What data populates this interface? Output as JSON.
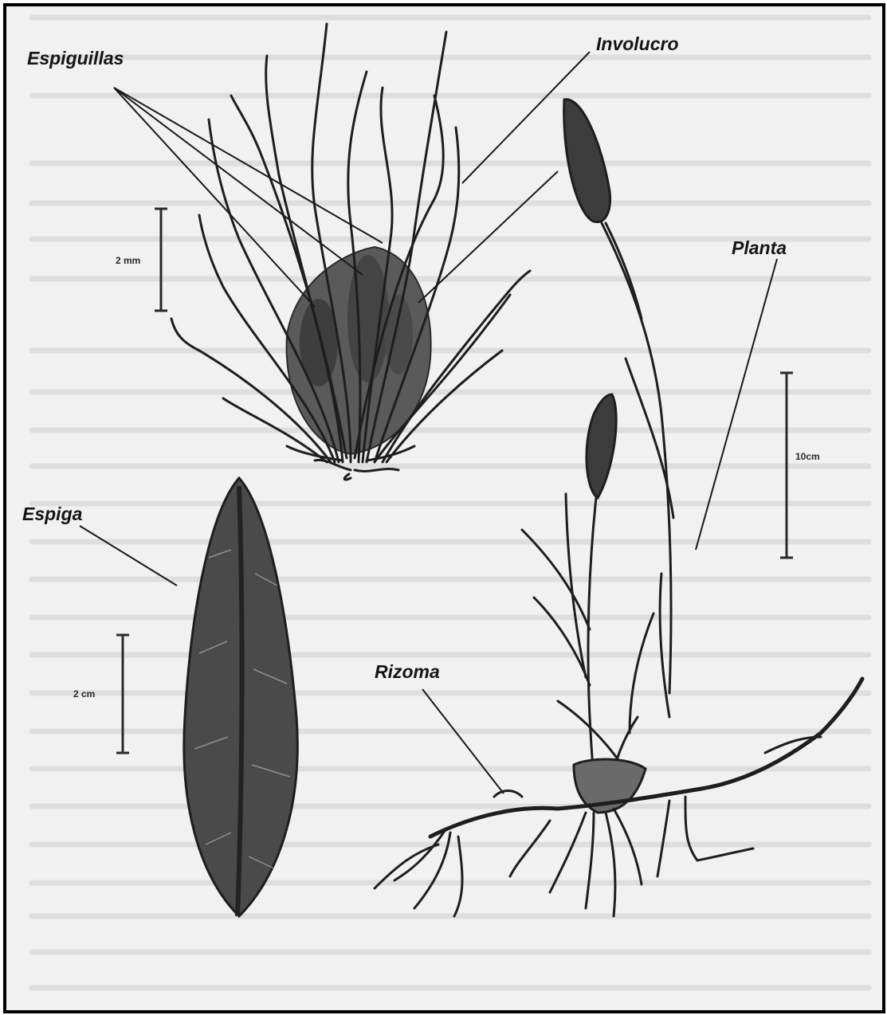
{
  "labels": {
    "espiguillas": "Espiguillas",
    "involucro": "Involucro",
    "planta": "Planta",
    "espiga": "Espiga",
    "rizoma": "Rizoma"
  },
  "scales": {
    "involucro_scale": "2 mm",
    "plant_scale": "10cm",
    "spike_scale": "2 cm"
  },
  "colors": {
    "ink": "#1e1e1e",
    "background_text": "#c9c9c9",
    "frame": "#000000"
  }
}
